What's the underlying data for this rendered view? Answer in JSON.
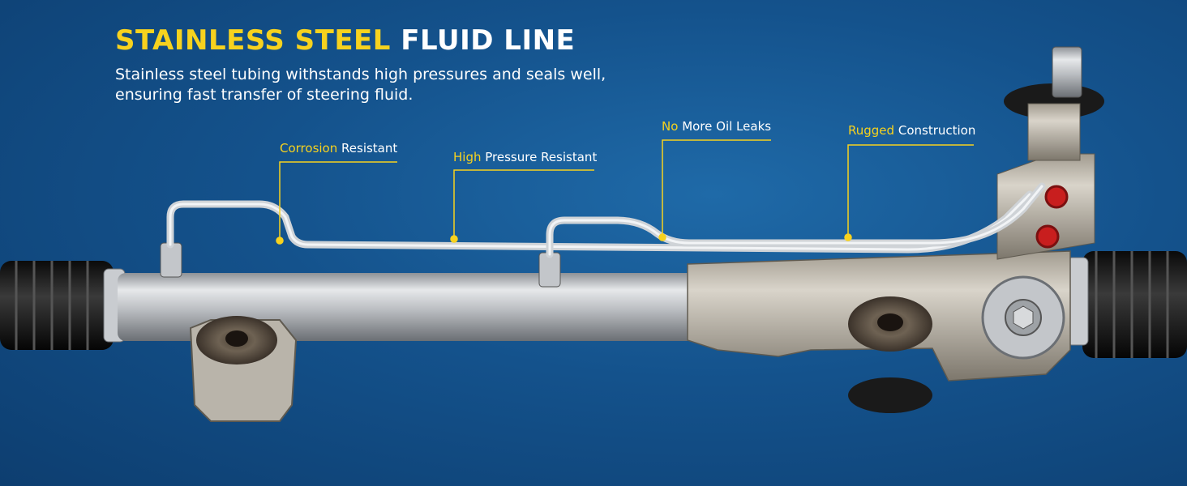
{
  "headline": {
    "accent_text": "STAINLESS STEEL",
    "rest_text": "FLUID LINE"
  },
  "subtitle": {
    "line1": "Stainless steel tubing withstands high pressures and seals well,",
    "line2": "ensuring fast transfer of steering fluid."
  },
  "callouts": [
    {
      "highlight": "Corrosion",
      "text": "Resistant"
    },
    {
      "highlight": "High",
      "text": "Pressure Resistant"
    },
    {
      "highlight": "No",
      "text": "More Oil Leaks"
    },
    {
      "highlight": "Rugged",
      "text": "Construction"
    }
  ],
  "colors": {
    "accent": "#f7d21e",
    "background": "#14528c",
    "text": "#ffffff"
  }
}
